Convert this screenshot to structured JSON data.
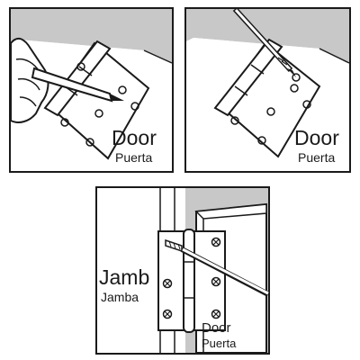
{
  "panels": {
    "top_left": {
      "door_label": "Door",
      "door_label_es": "Puerta"
    },
    "top_right": {
      "door_label": "Door",
      "door_label_es": "Puerta"
    },
    "bottom": {
      "jamb_label": "Jamb",
      "jamb_label_es": "Jamba",
      "door_label": "Door",
      "door_label_es": "Puerta"
    }
  },
  "colors": {
    "line": "#1a1a1a",
    "wall": "#c8c8c8",
    "hinge": "#ffffff",
    "background": "#ffffff"
  }
}
